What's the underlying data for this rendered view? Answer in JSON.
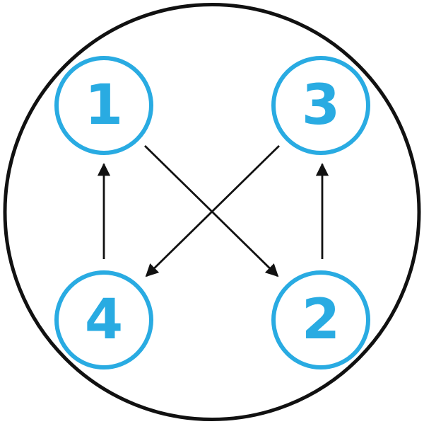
{
  "colors": {
    "background": "#ffffff",
    "outline": "#111111",
    "node_accent": "#29abe2",
    "arrow": "#111111"
  },
  "nodes": [
    {
      "id": "node-1",
      "label": "1"
    },
    {
      "id": "node-2",
      "label": "2"
    },
    {
      "id": "node-3",
      "label": "3"
    },
    {
      "id": "node-4",
      "label": "4"
    }
  ],
  "edges": [
    {
      "from": "1",
      "to": "2"
    },
    {
      "from": "2",
      "to": "3"
    },
    {
      "from": "3",
      "to": "4"
    },
    {
      "from": "4",
      "to": "1"
    }
  ]
}
